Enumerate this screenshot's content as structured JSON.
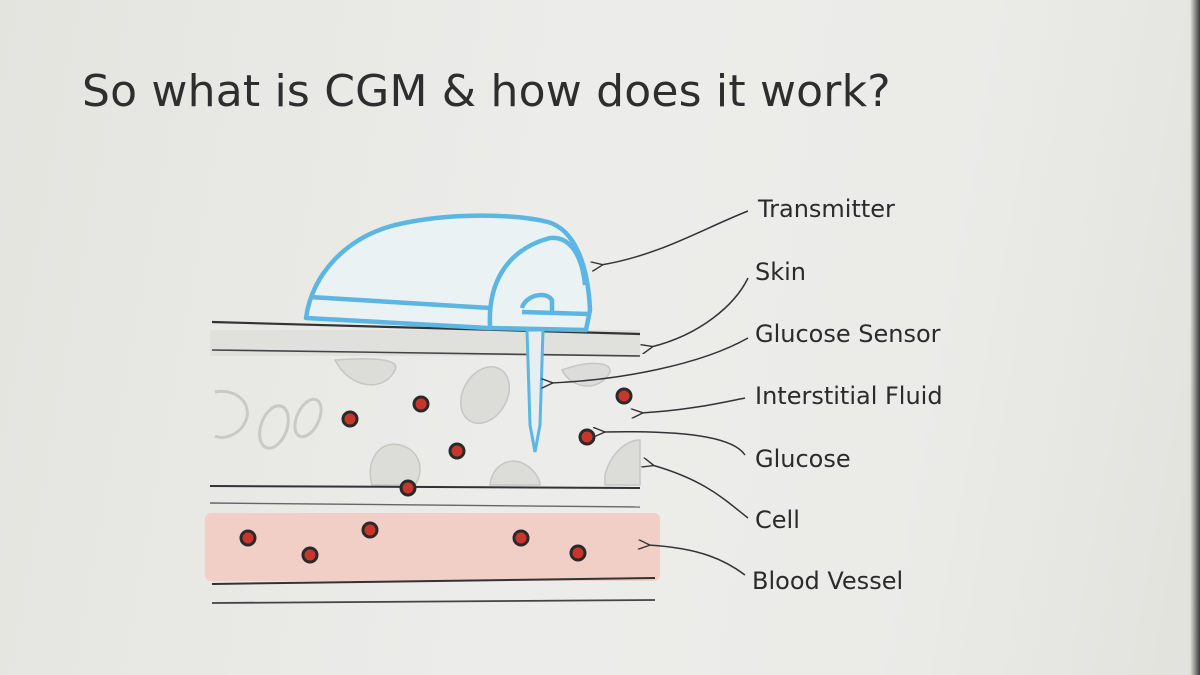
{
  "slide": {
    "title": "So what is CGM & how does it work?"
  },
  "labels": {
    "transmitter": "Transmitter",
    "skin": "Skin",
    "glucose_sensor": "Glucose Sensor",
    "interstitial_fluid": "Interstitial Fluid",
    "glucose": "Glucose",
    "cell": "Cell",
    "blood_vessel": "Blood Vessel"
  },
  "colors": {
    "transmitter_outline": "#5bb6e3",
    "blood_vessel_fill": "#f2cfc6",
    "glucose_dot": "#c8362b",
    "ink": "#333333"
  }
}
